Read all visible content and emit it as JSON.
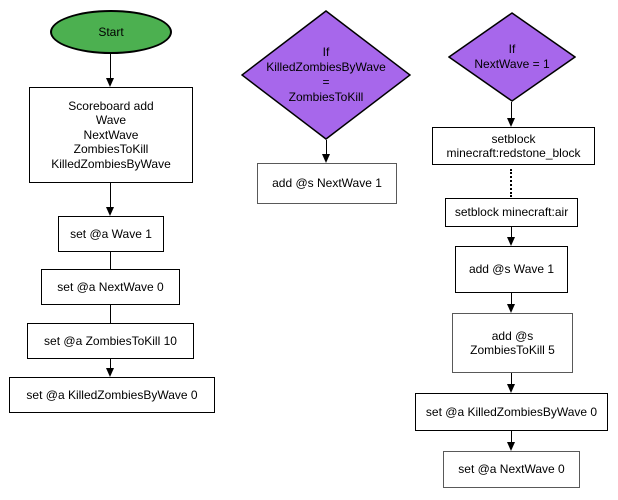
{
  "colors": {
    "background": "#ffffff",
    "start_fill": "#4cb050",
    "decision_fill": "#a767eb",
    "border": "#000000",
    "gray_border": "#595959"
  },
  "nodes": {
    "start": {
      "label": "Start",
      "type": "start-ellipse"
    },
    "scoreboard_add": {
      "label": "Scoreboard add\nWave\nNextWave\nZombiesToKill\nKilledZombiesByWave",
      "type": "process"
    },
    "set_wave_1": {
      "label": "set @a Wave 1",
      "type": "process"
    },
    "set_nextwave_0": {
      "label": "set @a NextWave 0",
      "type": "process"
    },
    "set_zombiestokill_10": {
      "label": "set @a ZombiesToKill 10",
      "type": "process"
    },
    "set_killedzombiesbywave_0": {
      "label": "set @a KilledZombiesByWave 0",
      "type": "process"
    },
    "if_killedzombies_equals": {
      "label": "If\nKilledZombiesByWave\n=\nZombiesToKill",
      "type": "decision"
    },
    "add_nextwave_1": {
      "label": "add @s NextWave 1",
      "type": "process"
    },
    "if_nextwave_1": {
      "label": "If\nNextWave = 1",
      "type": "decision"
    },
    "setblock_redstone": {
      "label": "setblock\nminecraft:redstone_block",
      "type": "process"
    },
    "setblock_air": {
      "label": "setblock minecraft:air",
      "type": "process"
    },
    "add_wave_1": {
      "label": "add @s Wave 1",
      "type": "process"
    },
    "add_zombiestokill_5": {
      "label": "add @s\nZombiesToKill 5",
      "type": "process"
    },
    "set_killedzombiesbywave_0_b": {
      "label": "set @a KilledZombiesByWave 0",
      "type": "process"
    },
    "set_nextwave_0_b": {
      "label": "set @a NextWave 0",
      "type": "process"
    }
  }
}
